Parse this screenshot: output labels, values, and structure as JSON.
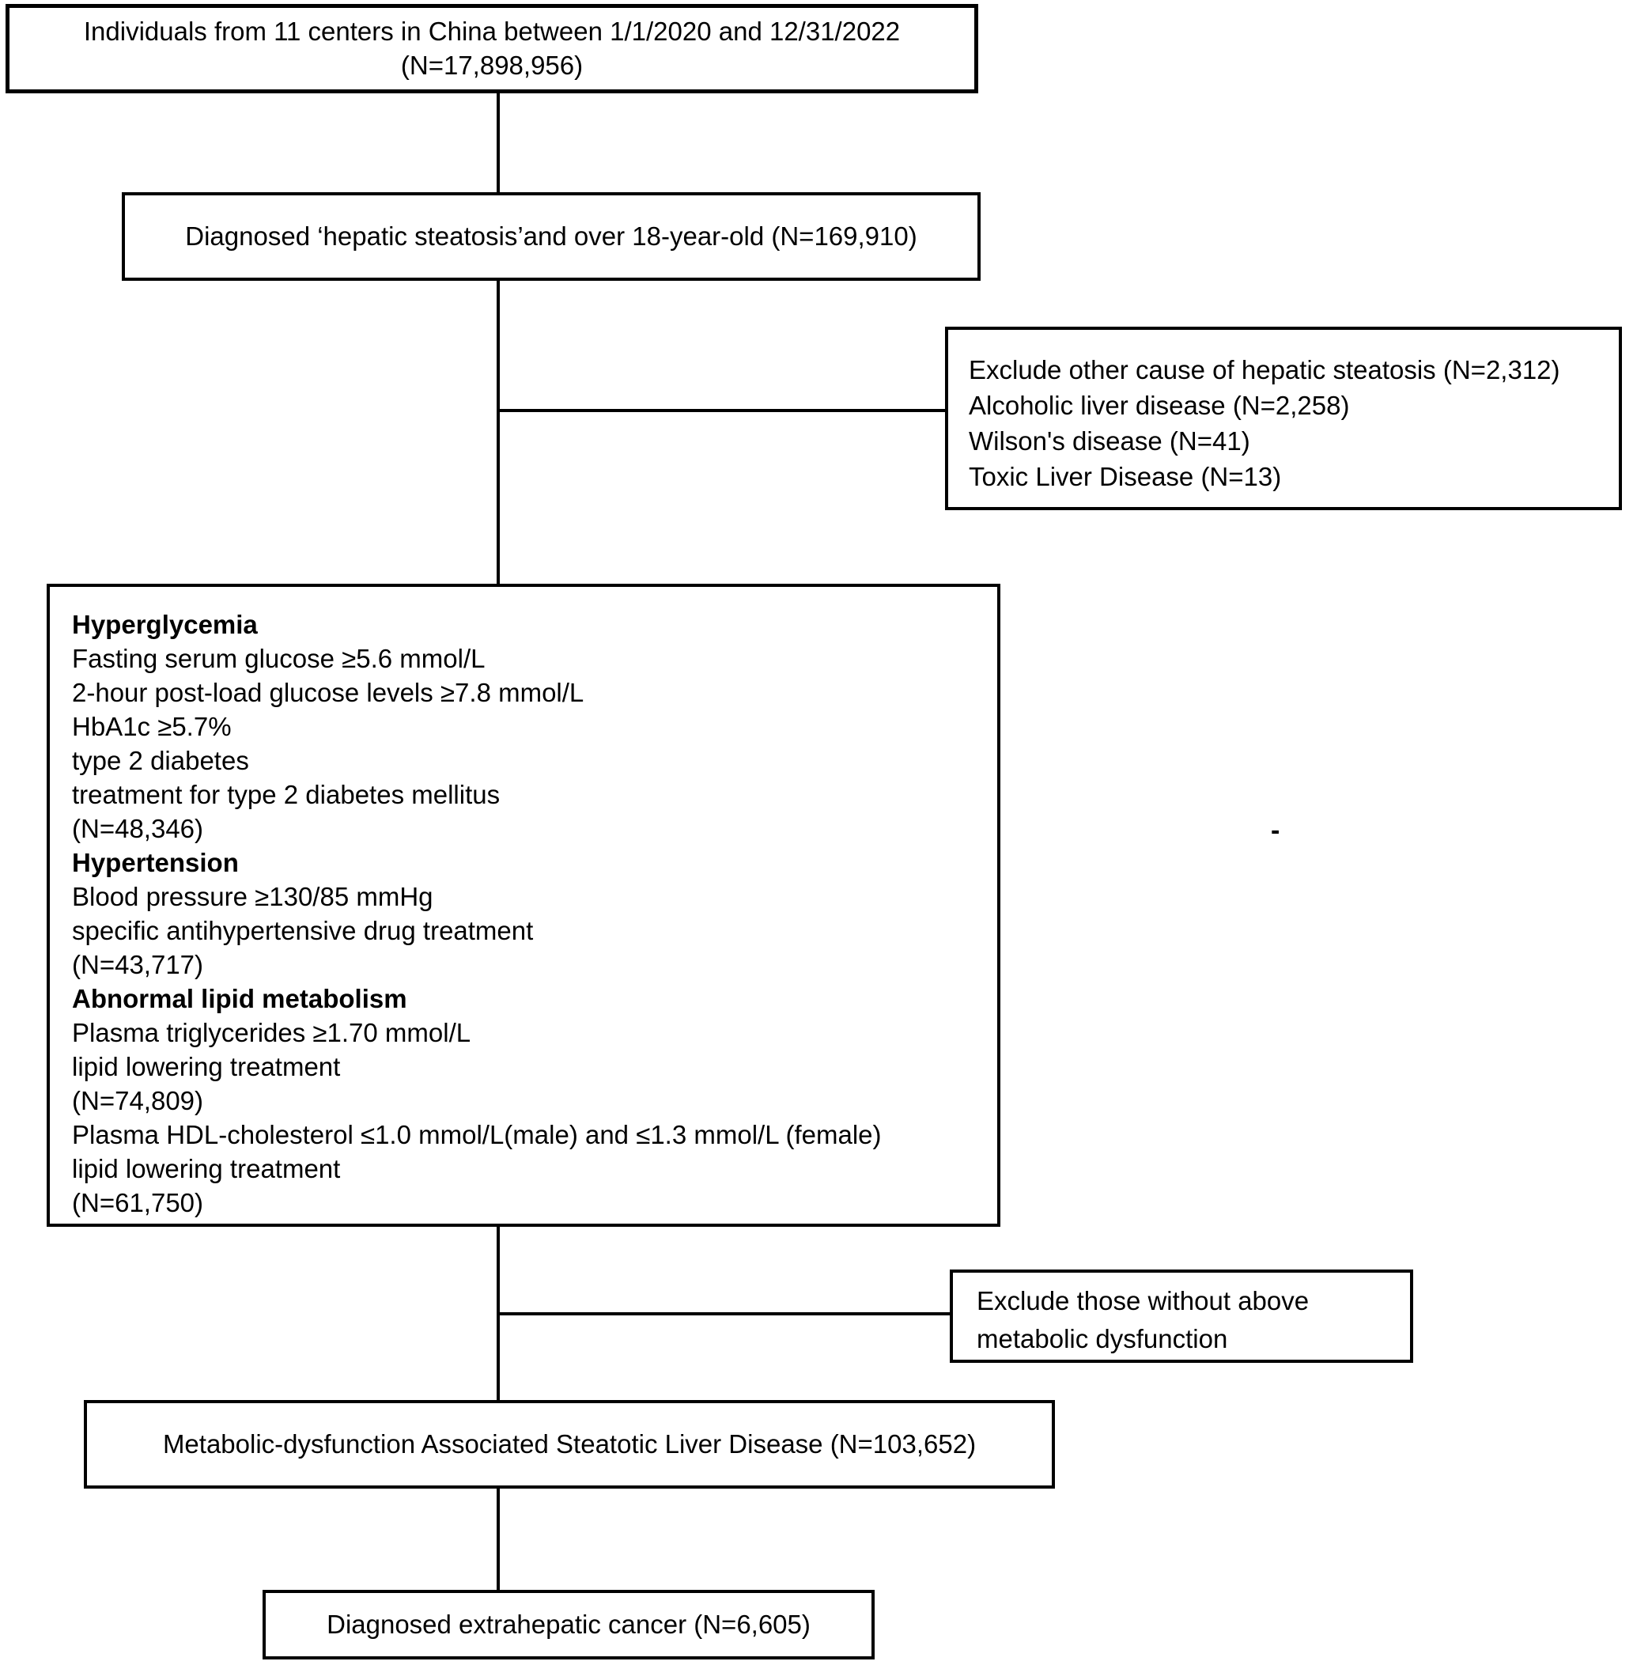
{
  "flow": {
    "source": {
      "line1": "Individuals from 11 centers in China between 1/1/2020 and 12/31/2022",
      "line2": "(N=17,898,956)"
    },
    "steatosis": {
      "text": "Diagnosed ‘hepatic steatosis’and over 18-year-old (N=169,910)"
    },
    "exclude_other": {
      "lines": [
        "Exclude other cause of hepatic steatosis (N=2,312)",
        "Alcoholic liver disease (N=2,258)",
        "Wilson's disease (N=41)",
        "Toxic Liver Disease (N=13)"
      ]
    },
    "criteria": {
      "lines": [
        {
          "text": "Hyperglycemia",
          "bold": true
        },
        {
          "text": "Fasting serum glucose ≥5.6 mmol/L",
          "bold": false
        },
        {
          "text": "2-hour post-load glucose levels ≥7.8 mmol/L",
          "bold": false
        },
        {
          "text": "HbA1c ≥5.7%",
          "bold": false
        },
        {
          "text": "type 2 diabetes",
          "bold": false
        },
        {
          "text": "treatment for type 2 diabetes mellitus",
          "bold": false
        },
        {
          "text": "(N=48,346)",
          "bold": false
        },
        {
          "text": "Hypertension",
          "bold": true
        },
        {
          "text": "Blood pressure ≥130/85 mmHg",
          "bold": false
        },
        {
          "text": "specific antihypertensive drug treatment",
          "bold": false
        },
        {
          "text": "(N=43,717)",
          "bold": false
        },
        {
          "text": "Abnormal lipid metabolism",
          "bold": true
        },
        {
          "text": "Plasma triglycerides ≥1.70 mmol/L",
          "bold": false
        },
        {
          "text": "lipid lowering treatment",
          "bold": false
        },
        {
          "text": "(N=74,809)",
          "bold": false
        },
        {
          "text": "Plasma HDL-cholesterol ≤1.0 mmol/L(male) and ≤1.3 mmol/L (female)",
          "bold": false
        },
        {
          "text": "lipid lowering treatment",
          "bold": false
        },
        {
          "text": "(N=61,750)",
          "bold": false
        }
      ]
    },
    "exclude_metabolic": {
      "lines": [
        "Exclude those without above",
        "metabolic dysfunction"
      ]
    },
    "masld": {
      "text": "Metabolic-dysfunction Associated Steatotic Liver Disease (N=103,652)"
    },
    "cancer": {
      "text": "Diagnosed extrahepatic cancer (N=6,605)"
    },
    "stray_dash": "-",
    "colors": {
      "border": "#000000",
      "background": "#ffffff",
      "text": "#000000"
    }
  }
}
